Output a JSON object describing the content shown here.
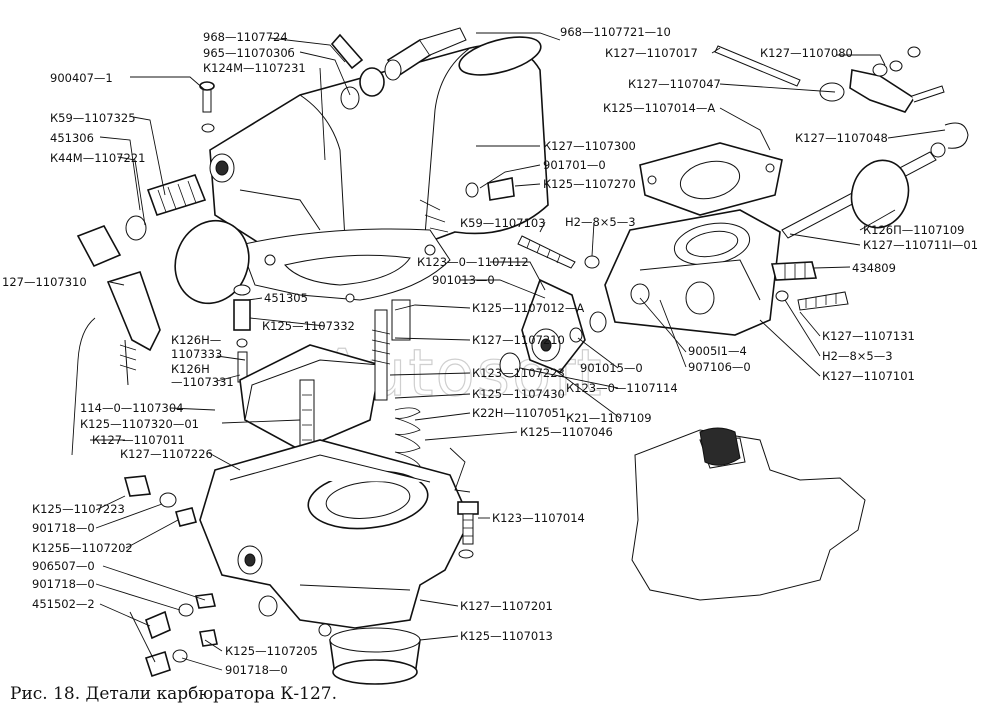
{
  "caption": "Рис. 18. Детали карбюратора К-127.",
  "watermark": "Autosoft",
  "labels": [
    {
      "id": "l1",
      "text": "968—1107724"
    },
    {
      "id": "l2",
      "text": "965—1107030б"
    },
    {
      "id": "l3",
      "text": "К124М—1107231"
    },
    {
      "id": "l4",
      "text": "968—1107721—10"
    },
    {
      "id": "l5",
      "text": "900407—1"
    },
    {
      "id": "l6",
      "text": "К59—1107325"
    },
    {
      "id": "l7",
      "text": "451306"
    },
    {
      "id": "l8",
      "text": "К44М—1107221"
    },
    {
      "id": "l9",
      "text": "К127—1107300"
    },
    {
      "id": "l10",
      "text": "901701—0"
    },
    {
      "id": "l11",
      "text": "К125—1107270"
    },
    {
      "id": "l12",
      "text": "К127—1107017"
    },
    {
      "id": "l13",
      "text": "К127—1107080"
    },
    {
      "id": "l14",
      "text": "К127—1107047"
    },
    {
      "id": "l15",
      "text": "К125—1107014—А"
    },
    {
      "id": "l16",
      "text": "К127—1107048"
    },
    {
      "id": "l17",
      "text": "К59—1107103"
    },
    {
      "id": "l18",
      "text": "Н2—8×5—3"
    },
    {
      "id": "l19",
      "text": "К126П—1107109"
    },
    {
      "id": "l20",
      "text": "К127—110711I—01"
    },
    {
      "id": "l21",
      "text": "434809"
    },
    {
      "id": "l22",
      "text": "К123—0—1107112"
    },
    {
      "id": "l23",
      "text": "901013—0"
    },
    {
      "id": "l24",
      "text": "127—1107310"
    },
    {
      "id": "l25",
      "text": "451305"
    },
    {
      "id": "l26",
      "text": "К125—1107012—А"
    },
    {
      "id": "l27",
      "text": "К125—1107332"
    },
    {
      "id": "l28",
      "text": "К127—1107210"
    },
    {
      "id": "l29",
      "text": "К126Н—"
    },
    {
      "id": "l30",
      "text": "1107333"
    },
    {
      "id": "l31",
      "text": "К126Н"
    },
    {
      "id": "l32",
      "text": "—1107331"
    },
    {
      "id": "l33",
      "text": "К123—1107223"
    },
    {
      "id": "l34",
      "text": "К125—1107430"
    },
    {
      "id": "l35",
      "text": "114—0—1107304"
    },
    {
      "id": "l36",
      "text": "К125—1107320—01"
    },
    {
      "id": "l37",
      "text": "К127—1107011"
    },
    {
      "id": "l38",
      "text": "К22Н—1107051"
    },
    {
      "id": "l39",
      "text": "К125—1107046"
    },
    {
      "id": "l40",
      "text": "К127—1107131"
    },
    {
      "id": "l41",
      "text": "Н2—8×5—3"
    },
    {
      "id": "l42",
      "text": "9005I1—4"
    },
    {
      "id": "l43",
      "text": "907106—0"
    },
    {
      "id": "l44",
      "text": "К127—1107101"
    },
    {
      "id": "l45",
      "text": "901015—0"
    },
    {
      "id": "l46",
      "text": "К123—0—1107114"
    },
    {
      "id": "l47",
      "text": "К21—1107109"
    },
    {
      "id": "l48",
      "text": "К127—1107226"
    },
    {
      "id": "l49",
      "text": "К125—1107223"
    },
    {
      "id": "l50",
      "text": "901718—0"
    },
    {
      "id": "l51",
      "text": "К125Б—1107202"
    },
    {
      "id": "l52",
      "text": "906507—0"
    },
    {
      "id": "l53",
      "text": "901718—0"
    },
    {
      "id": "l54",
      "text": "451502—2"
    },
    {
      "id": "l55",
      "text": "К123—1107014"
    },
    {
      "id": "l56",
      "text": "К127—1107201"
    },
    {
      "id": "l57",
      "text": "К125—1107013"
    },
    {
      "id": "l58",
      "text": "К125—1107205"
    },
    {
      "id": "l59",
      "text": "901718—0"
    }
  ]
}
